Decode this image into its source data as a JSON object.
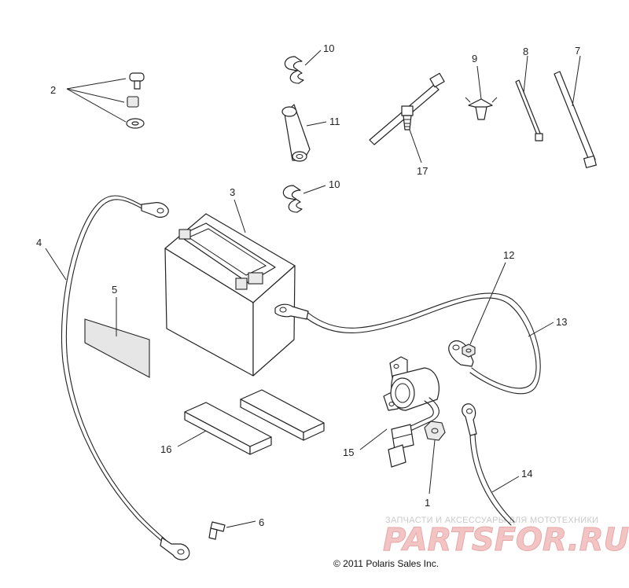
{
  "diagram": {
    "callouts": {
      "c1": "1",
      "c2": "2",
      "c3": "3",
      "c4": "4",
      "c5": "5",
      "c6": "6",
      "c7": "7",
      "c8": "8",
      "c9": "9",
      "c10a": "10",
      "c10b": "10",
      "c11": "11",
      "c12": "12",
      "c13": "13",
      "c14": "14",
      "c15": "15",
      "c16": "16",
      "c17": "17"
    },
    "copyright": "© 2011 Polaris Sales Inc.",
    "watermark": {
      "tagline": "ЗАПЧАСТИ И АКСЕССУАРЫ ДЛЯ МОТОТЕХНИКИ",
      "brand": "PARTSFOR.RU"
    }
  }
}
